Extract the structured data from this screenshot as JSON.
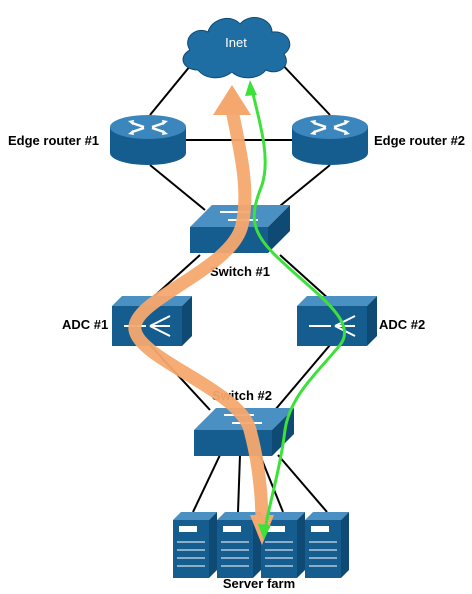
{
  "labels": {
    "cloud": "Inet",
    "edge_router_1": "Edge router #1",
    "edge_router_2": "Edge router #2",
    "switch_1": "Switch #1",
    "adc_1": "ADC #1",
    "adc_2": "ADC #2",
    "switch_2": "Switch #2",
    "server_farm": "Server farm"
  },
  "colors": {
    "device_fill": "#1f6ea3",
    "device_dark": "#0e4a73",
    "device_light": "#4a90c2",
    "link": "#000000",
    "path_primary": "#f5a86e",
    "path_secondary": "#3ee03a"
  },
  "icons": {
    "cloud": "cloud-icon",
    "router": "router-icon",
    "switch": "switch-icon",
    "adc": "adc-icon",
    "server": "server-icon"
  }
}
